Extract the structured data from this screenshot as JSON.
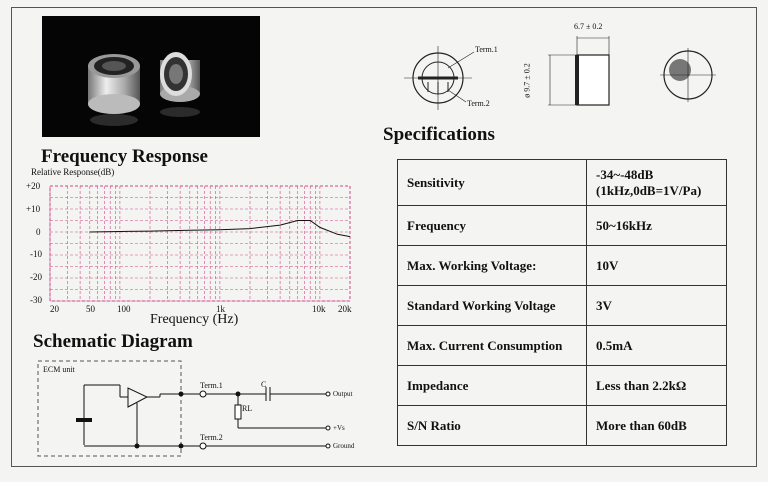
{
  "photo": {
    "alt": "two electret condenser microphone capsules"
  },
  "frequency_response": {
    "title": "Frequency Response",
    "ylabel": "Relative Response(dB)",
    "xlabel": "Frequency (Hz)",
    "y_ticks": [
      "+20",
      "+10",
      "0",
      "-10",
      "-20",
      "-30"
    ],
    "x_ticks": [
      "20",
      "50",
      "100",
      "1k",
      "10k",
      "20k"
    ]
  },
  "chart_data": {
    "type": "line",
    "title": "Frequency Response",
    "xlabel": "Frequency (Hz)",
    "ylabel": "Relative Response(dB)",
    "x_scale": "log",
    "xlim": [
      20,
      20000
    ],
    "ylim": [
      -30,
      20
    ],
    "grid": true,
    "series": [
      {
        "x": [
          50,
          100,
          200,
          500,
          1000,
          2000,
          4000,
          6000,
          8000,
          10000,
          15000,
          20000
        ],
        "y": [
          0,
          0.2,
          0.4,
          0.8,
          1,
          1.5,
          3,
          5,
          5,
          2,
          -1,
          -2
        ]
      }
    ]
  },
  "schematic": {
    "title": "Schematic Diagram",
    "unit_label": "ECM unit",
    "term1": "Term.1",
    "term2": "Term.2",
    "cap_label": "C",
    "rl_label": "RL",
    "output": "Output",
    "vs": "+Vs",
    "ground": "Ground"
  },
  "drawing": {
    "dim_width": "6.7 ± 0.2",
    "dim_diameter": "ø 9.7 ± 0.2",
    "term1": "Term.1",
    "term2": "Term.2"
  },
  "specifications": {
    "title": "Specifications",
    "rows": [
      {
        "label": "Sensitivity",
        "value_line1": "-34~-48dB",
        "value_line2": "(1kHz,0dB=1V/Pa)"
      },
      {
        "label": "Frequency",
        "value_line1": "50~16kHz",
        "value_line2": ""
      },
      {
        "label": "Max. Working Voltage:",
        "value_line1": "10V",
        "value_line2": ""
      },
      {
        "label": "Standard Working Voltage",
        "value_line1": "3V",
        "value_line2": ""
      },
      {
        "label": "Max. Current Consumption",
        "value_line1": "0.5mA",
        "value_line2": ""
      },
      {
        "label": "Impedance",
        "value_line1": "Less than 2.2kΩ",
        "value_line2": ""
      },
      {
        "label": "S/N Ratio",
        "value_line1": "More than 60dB",
        "value_line2": ""
      }
    ]
  }
}
